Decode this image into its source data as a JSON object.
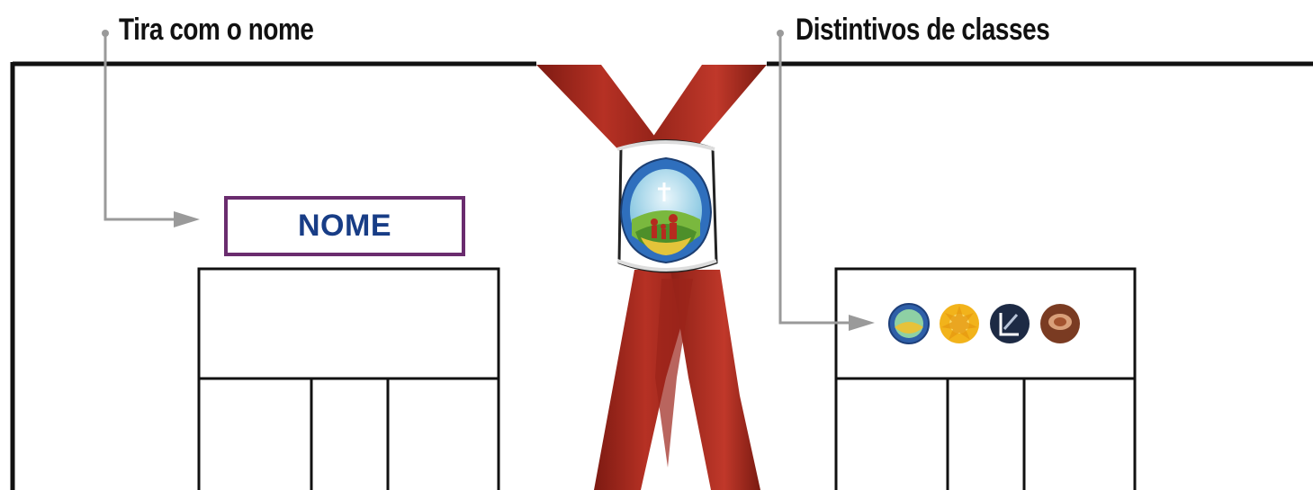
{
  "callouts": {
    "name_strip": "Tira com o nome",
    "class_badges": "Distintivos de classes"
  },
  "name_tag": {
    "text": "NOME"
  },
  "colors": {
    "scarf": "#a52a1f",
    "name_tag_border": "#6a2c6e",
    "name_tag_text": "#183d86",
    "leader_line": "#9a9a9a"
  },
  "badges": [
    {
      "name": "blue-class-badge-icon",
      "color": "#2e5fa8"
    },
    {
      "name": "yellow-class-badge-icon",
      "color": "#f2b31b"
    },
    {
      "name": "navy-class-badge-icon",
      "color": "#1d2a44"
    },
    {
      "name": "brown-class-badge-icon",
      "color": "#7a3b22"
    }
  ]
}
